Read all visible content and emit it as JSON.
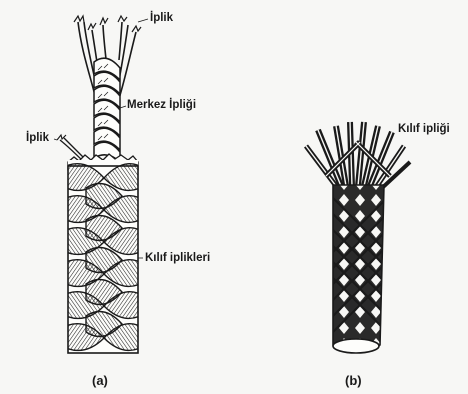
{
  "figure_a": {
    "labels": {
      "iplik_top": "İplik",
      "merkez": "Merkez İpliği",
      "iplik_left": "İplik",
      "kilif": "Kılıf iplikleri"
    },
    "caption": "(a)"
  },
  "figure_b": {
    "labels": {
      "kilif_ipligi": "Kılıf ipliği"
    },
    "caption": "(b)"
  },
  "colors": {
    "ink": "#1a1a1a",
    "paper": "#f7f7f5"
  }
}
